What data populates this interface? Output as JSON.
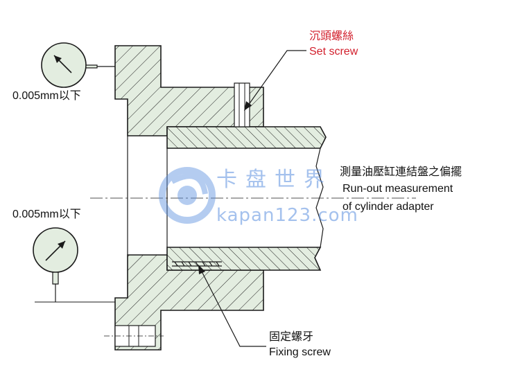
{
  "labels": {
    "set_screw_cn": "沉頭螺絲",
    "set_screw_en": "Set screw",
    "runout_cn": "測量油壓缸連結盤之偏擺",
    "runout_en_1": "Run-out measurement",
    "runout_en_2": "of cylinder adapter",
    "fixing_screw_cn": "固定螺牙",
    "fixing_screw_en": "Fixing screw",
    "tolerance_top": "0.005mm以下",
    "tolerance_bottom": "0.005mm以下"
  },
  "watermark": {
    "text_cn": "卡盘世界",
    "text_en": "kapan123.com"
  },
  "colors": {
    "line": "#1a1a1a",
    "fill": "#e3ede0",
    "accent": "#d21e2b",
    "watermark": "#5a8fe0"
  }
}
